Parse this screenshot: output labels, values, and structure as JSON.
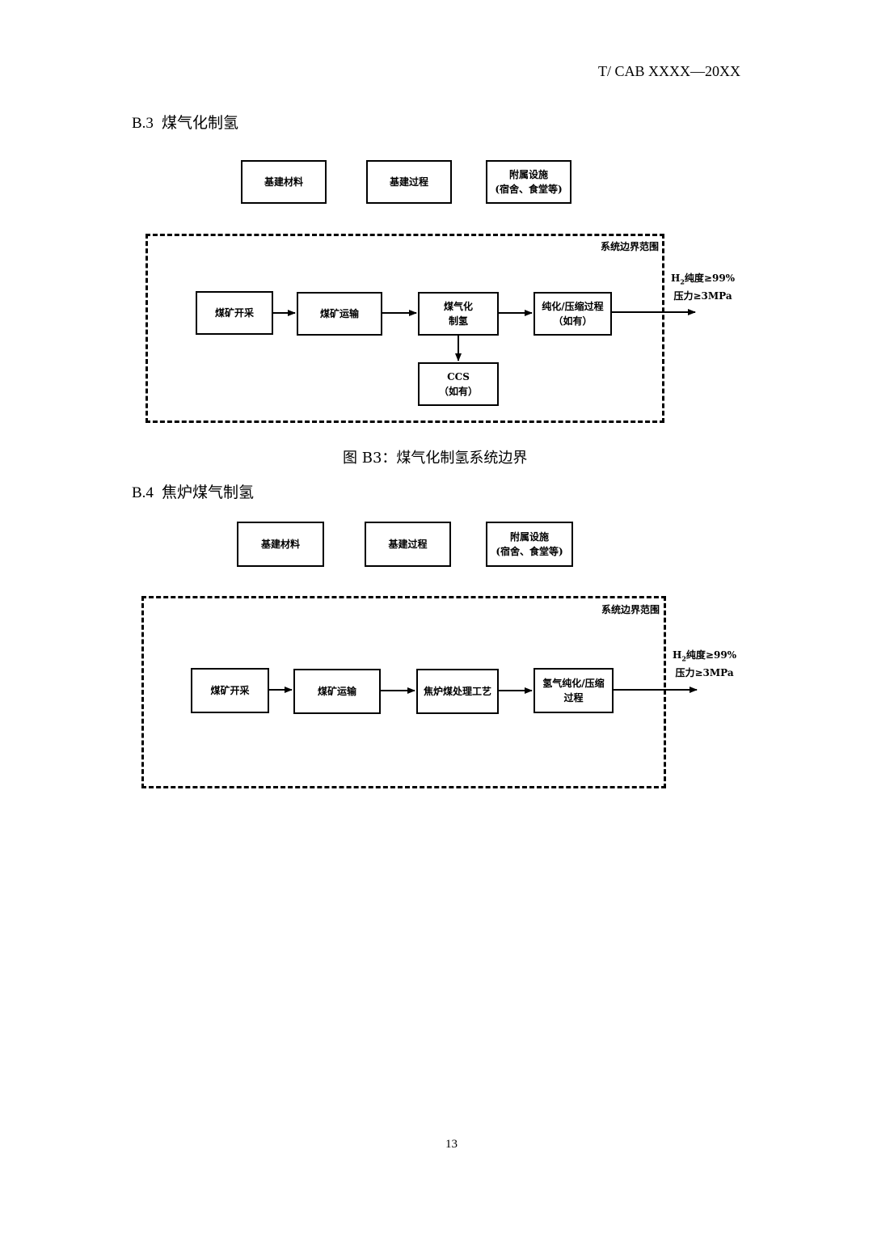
{
  "header": {
    "doc_code": "T/ CAB XXXX—20XX"
  },
  "section_b3": {
    "number": "B.3",
    "title": "煤气化制氢",
    "top_boxes": [
      "基建材料",
      "基建过程",
      "附属设施",
      "(宿舍、食堂等)"
    ],
    "boundary_label": "系统边界范围",
    "flow": {
      "coal_mining": "煤矿开采",
      "coal_transport": "煤矿运输",
      "gasification_line1": "煤气化",
      "gasification_line2": "制氢",
      "purification_line1": "纯化/压缩过程",
      "purification_line2": "（如有）",
      "ccs_line1": "CCS",
      "ccs_line2": "（如有）"
    },
    "output_purity_prefix": "H",
    "output_purity_sub": "2",
    "output_purity_rest": "纯度≥99%",
    "output_pressure": "压力≥3MPa",
    "caption": "图 B3：煤气化制氢系统边界"
  },
  "section_b4": {
    "number": "B.4",
    "title": "焦炉煤气制氢",
    "top_boxes": [
      "基建材料",
      "基建过程",
      "附属设施",
      "(宿舍、食堂等)"
    ],
    "boundary_label": "系统边界范围",
    "flow": {
      "coal_mining": "煤矿开采",
      "coal_transport": "煤矿运输",
      "coke_oven": "焦炉煤处理工艺",
      "purification_line1": "氢气纯化/压缩",
      "purification_line2": "过程"
    },
    "output_purity_prefix": "H",
    "output_purity_sub": "2",
    "output_purity_rest": "纯度≥99%",
    "output_pressure": "压力≥3MPa"
  },
  "footer": {
    "page_number": "13"
  }
}
